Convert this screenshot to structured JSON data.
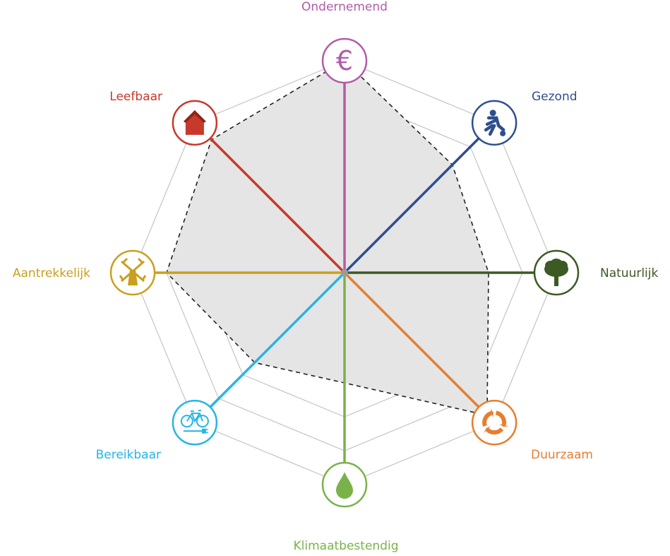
{
  "chart_data": {
    "type": "radar",
    "title": "",
    "max": 5,
    "rings": 5,
    "grid": true,
    "axes": [
      {
        "label": "Ondernemend",
        "color": "#b05da8",
        "icon": "euro-icon",
        "value": 5.0
      },
      {
        "label": "Gezond",
        "color": "#2e4f8f",
        "icon": "football-player-icon",
        "value": 3.25
      },
      {
        "label": "Natuurlijk",
        "color": "#3c5a24",
        "icon": "tree-icon",
        "value": 3.0
      },
      {
        "label": "Duurzaam",
        "color": "#e67e2e",
        "icon": "recycle-icon",
        "value": 4.7
      },
      {
        "label": "Klimaatbestendig",
        "color": "#7ab24a",
        "icon": "water-drop-icon",
        "value": 2.0
      },
      {
        "label": "Bereikbaar",
        "color": "#27b5e3",
        "icon": "e-bike-icon",
        "value": 2.5
      },
      {
        "label": "Aantrekkelijk",
        "color": "#c9a01f",
        "icon": "windmill-icon",
        "value": 4.0
      },
      {
        "label": "Leefbaar",
        "color": "#c6392b",
        "icon": "house-icon",
        "value": 4.3
      }
    ]
  }
}
